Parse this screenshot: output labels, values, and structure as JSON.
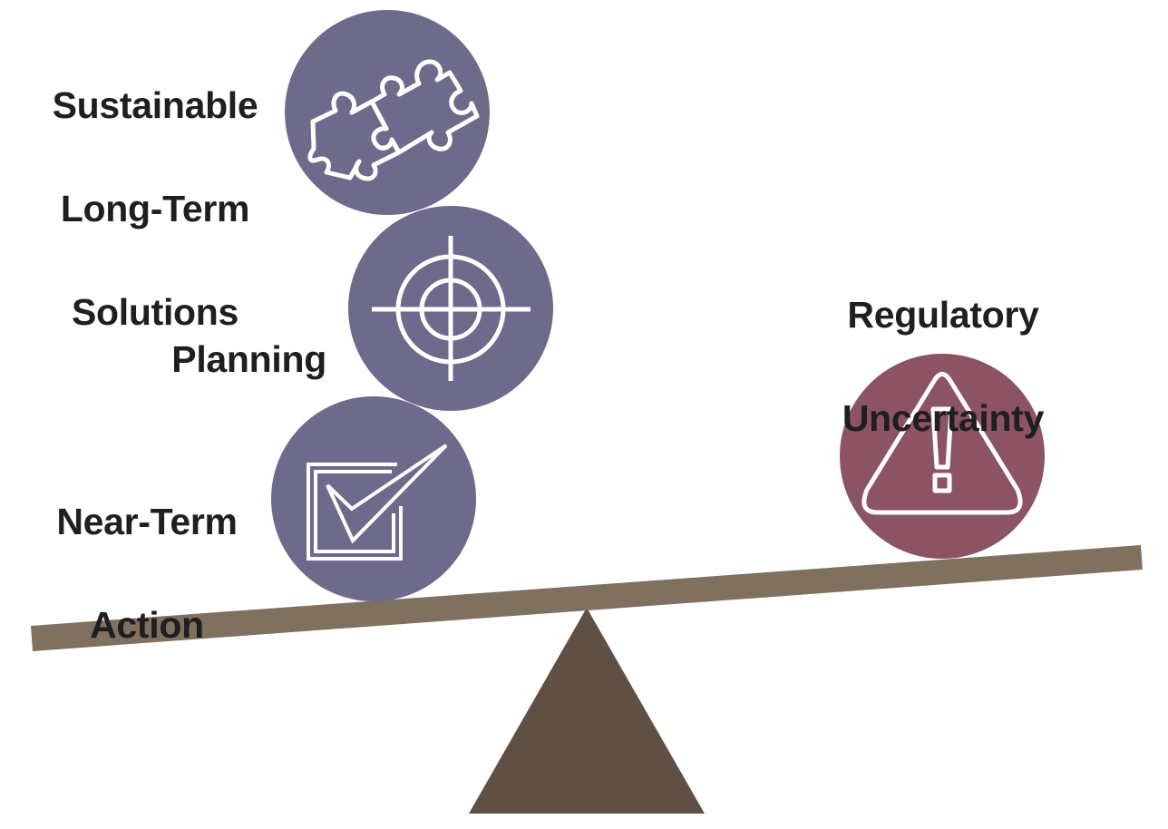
{
  "diagram": {
    "title": "Balance of near-term action, planning and long-term solutions against regulatory uncertainty",
    "colors": {
      "background": "#ffffff",
      "left_circle_fill": "#6e6a8c",
      "right_circle_fill": "#8b5363",
      "icon_stroke": "#ffffff",
      "beam": "#80705f",
      "fulcrum": "#5f5043",
      "label_text": "#1f1f1f"
    },
    "left_side": [
      {
        "id": "sustainable",
        "label_lines": [
          "Sustainable",
          "Long-Term",
          "Solutions"
        ],
        "icon": "puzzle-icon"
      },
      {
        "id": "planning",
        "label_lines": [
          "Planning"
        ],
        "icon": "target-crosshair-icon"
      },
      {
        "id": "near-term",
        "label_lines": [
          "Near-Term",
          "Action"
        ],
        "icon": "checkbox-checked-icon"
      }
    ],
    "right_side": [
      {
        "id": "regulatory",
        "label_lines": [
          "Regulatory",
          "Uncertainty"
        ],
        "icon": "warning-triangle-icon"
      }
    ],
    "balance": {
      "beam": "seesaw-beam",
      "fulcrum": "triangle-fulcrum",
      "tilt": "left side lower"
    }
  }
}
